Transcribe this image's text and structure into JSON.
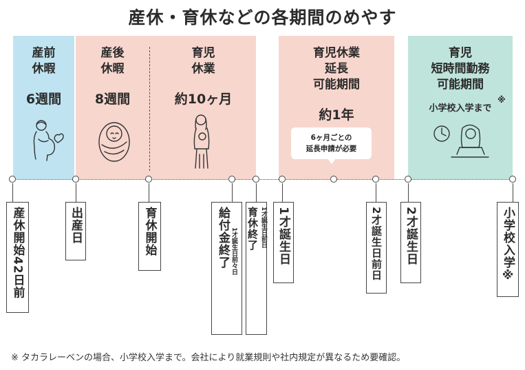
{
  "title": "産休・育休などの各期間のめやす",
  "panels": {
    "maternity_before": {
      "label": "産前\n休暇",
      "duration": "6週間"
    },
    "maternity_after": {
      "label": "産後\n休暇",
      "duration": "8週間"
    },
    "childcare_leave": {
      "label": "育児\n休業",
      "duration": "約10ヶ月"
    },
    "extension": {
      "label": "育児休業\n延長\n可能期間",
      "duration": "約1年",
      "note": "6ヶ月ごとの\n延長申請が必要"
    },
    "short_hours": {
      "label": "育児\n短時間勤務\n可能期間",
      "sub": "小学校入学まで",
      "mark": "※"
    }
  },
  "milestones": [
    {
      "text": "産休開始42日前"
    },
    {
      "text": "出産日"
    },
    {
      "text": "育休開始"
    },
    {
      "text": "給付金終了",
      "sub": "1才誕生日前々日"
    },
    {
      "text": "育休終了",
      "sub": "1才誕生日前日"
    },
    {
      "text": "1才誕生日"
    },
    {
      "text": "2才誕生日前日"
    },
    {
      "text": "2才誕生日"
    },
    {
      "text": "小学校入学※"
    }
  ],
  "footer": "※ タカラレーベンの場合、小学校入学まで。会社により就業規則や社内規定が異なるため要確認。",
  "colors": {
    "blue": "#bfe3f1",
    "pink": "#f7d6ce",
    "teal": "#bfe4db",
    "line": "#444444"
  }
}
